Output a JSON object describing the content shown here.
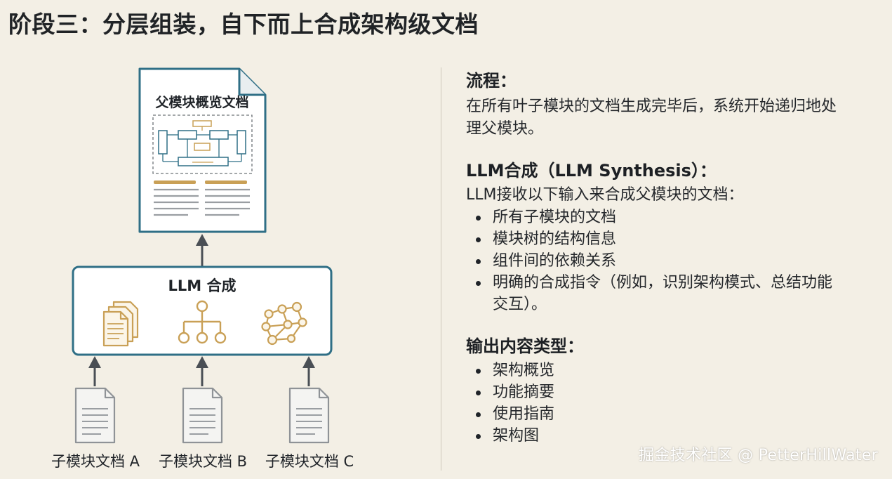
{
  "title": "阶段三：分层组装，自下而上合成架构级文档",
  "diagram": {
    "parent_doc_label": "父模块概览文档",
    "llm_box_label": "LLM 合成",
    "child_docs": [
      "子模块文档 A",
      "子模块文档 B",
      "子模块文档 C"
    ],
    "icons": [
      "documents-stack-icon",
      "hierarchy-tree-icon",
      "network-graph-icon"
    ],
    "colors": {
      "box_border": "#2f6f86",
      "icon_gold": "#c9a056",
      "arrow": "#4a4f55",
      "doc_gray": "#8f9397"
    }
  },
  "process": {
    "heading": "流程：",
    "text": [
      "在所有叶子模块的文档生成完毕后，系统开始递归地处",
      "理父模块。"
    ]
  },
  "synthesis": {
    "heading": "LLM合成（LLM Synthesis）：",
    "intro": "LLM接收以下输入来合成父模块的文档：",
    "items": [
      "所有子模块的文档",
      "模块树的结构信息",
      "组件间的依赖关系",
      "明确的合成指令（例如，识别架构模式、总结功能"
    ],
    "item_continuation": "交互）。"
  },
  "output": {
    "heading": "输出内容类型：",
    "items": [
      "架构概览",
      "功能摘要",
      "使用指南",
      "架构图"
    ]
  },
  "watermark": "掘金技术社区 @ PetterHillWater"
}
